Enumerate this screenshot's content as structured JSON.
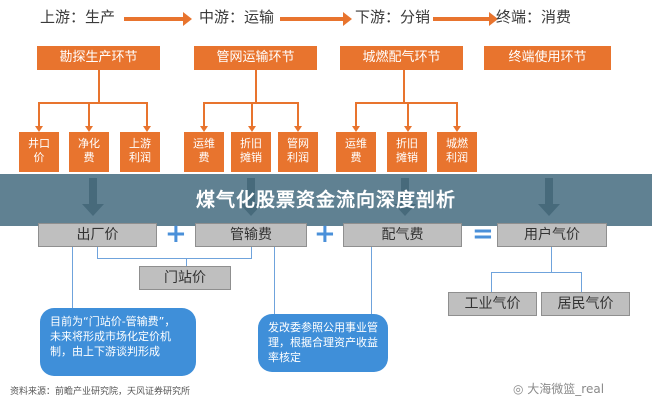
{
  "stages": {
    "upstream": "上游：生产",
    "midstream": "中游：运输",
    "downstream": "下游：分销",
    "terminal": "终端：消费"
  },
  "headers": {
    "exploration": "勘探生产环节",
    "pipeline": "管网运输环节",
    "city_gas": "城燃配气环节",
    "terminal_use": "终端使用环节"
  },
  "cost_items": {
    "wellhead_price": [
      "井口",
      "价"
    ],
    "purification_fee": [
      "净化",
      "费"
    ],
    "upstream_profit": [
      "上游",
      "利润"
    ],
    "pipe_operation": [
      "运维",
      "费"
    ],
    "pipe_depreciation": [
      "折旧",
      "摊销"
    ],
    "pipe_profit": [
      "管网",
      "利润"
    ],
    "city_operation": [
      "运维",
      "费"
    ],
    "city_depreciation": [
      "折旧",
      "摊销"
    ],
    "city_profit": [
      "城燃",
      "利润"
    ]
  },
  "price_bar": {
    "factory_price": "出厂价",
    "plus_1": "+",
    "transport_fee": "管输费",
    "plus_2": "+",
    "distribution_fee": "配气费",
    "equals": "=",
    "user_price": "用户气价"
  },
  "gate_price": "门站价",
  "user_types": {
    "industrial": "工业气价",
    "residential": "居民气价"
  },
  "notes": {
    "note_left": "目前为“门站价-管输费”，未来将形成市场化定价机制，由上下游谈判形成",
    "note_right": "发改委参照公用事业管理，根据合理资产收益率核定"
  },
  "banner_title": "煤气化股票资金流向深度剖析",
  "source": "资料来源：前瞻产业研究院，天风证券研究所",
  "watermark": "大海微篮_real"
}
